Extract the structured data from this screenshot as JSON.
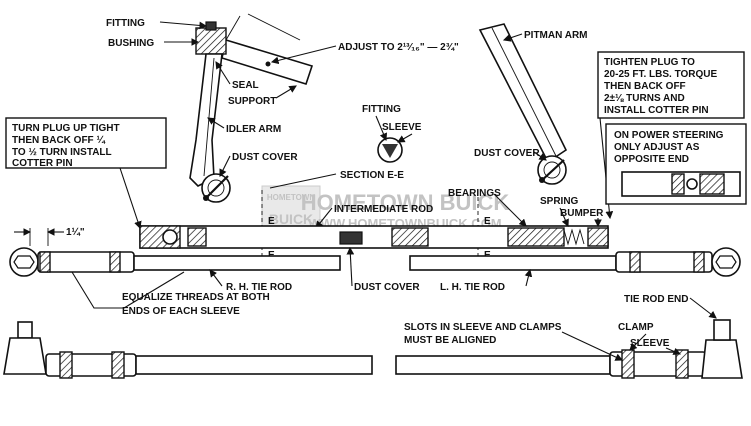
{
  "labels": {
    "fitting_top": "FITTING",
    "bushing": "BUSHING",
    "adjust": "ADJUST TO 2¹³⁄₁₆\" — 2¾\"",
    "seal": "SEAL",
    "support": "SUPPORT",
    "idler_arm": "IDLER ARM",
    "dust_cover_left": "DUST COVER",
    "pitman_arm": "PITMAN ARM",
    "fitting_center": "FITTING",
    "sleeve_center": "SLEEVE",
    "dust_cover_right": "DUST COVER",
    "section": "SECTION E-E",
    "intermediate_rod": "INTERMEDIATE ROD",
    "bearings": "BEARINGS",
    "spring": "SPRING",
    "bumper": "BUMPER",
    "dim_quarter": "1¼\"",
    "section_e": "E",
    "rh_tie_rod": "R. H. TIE ROD",
    "dust_cover_bottom": "DUST COVER",
    "lh_tie_rod": "L. H. TIE ROD",
    "tie_rod_end": "TIE ROD END",
    "clamp": "CLAMP",
    "sleeve_right": "SLEEVE"
  },
  "callouts": {
    "turn_plug": [
      "TURN PLUG UP TIGHT",
      "THEN BACK OFF ¼",
      "TO ½ TURN INSTALL",
      "COTTER PIN"
    ],
    "tighten_plug": [
      "TIGHTEN PLUG TO",
      "20-25 FT. LBS. TORQUE",
      "THEN BACK OFF",
      "2±⅛ TURNS AND",
      "INSTALL COTTER PIN"
    ],
    "power_steering": [
      "ON POWER STEERING",
      "ONLY ADJUST AS",
      "OPPOSITE END"
    ],
    "equalize": [
      "EQUALIZE THREADS AT BOTH",
      "ENDS OF EACH SLEEVE"
    ],
    "slots": [
      "SLOTS IN SLEEVE AND CLAMPS",
      "MUST BE ALIGNED"
    ]
  },
  "watermark": {
    "logo_top": "HOMETOWN",
    "logo_mid": "BUICK",
    "brand": "HOMETOWN BUICK",
    "url": "WWW.HOMETOWNBUICK.COM"
  }
}
